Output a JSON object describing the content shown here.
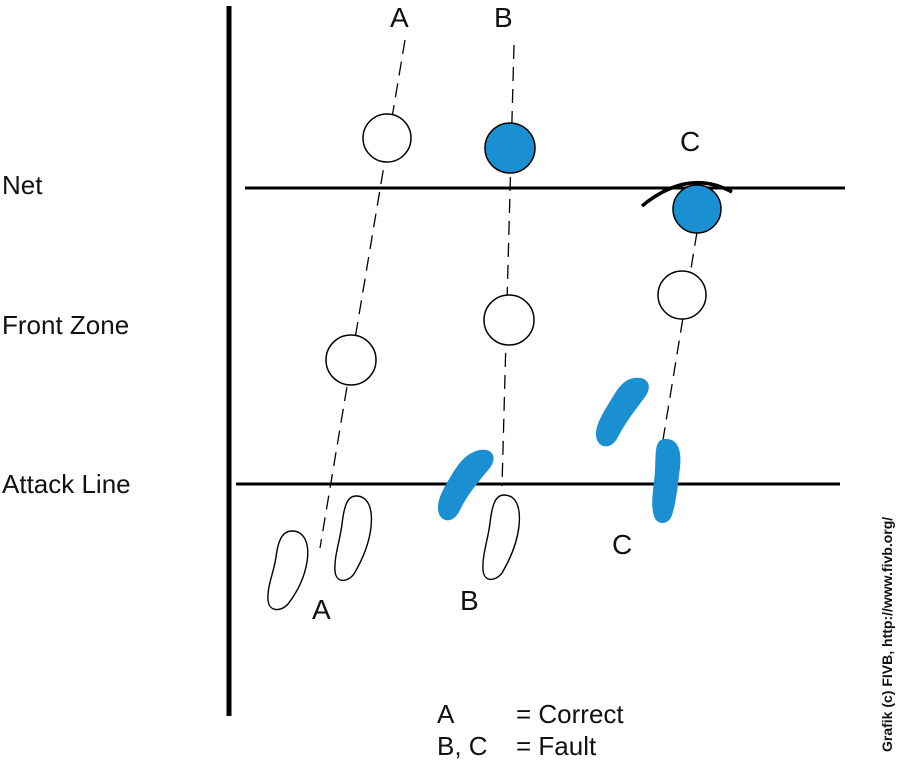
{
  "labels": {
    "net": "Net",
    "front_zone": "Front Zone",
    "attack_line": "Attack Line"
  },
  "players": {
    "a_top": "A",
    "b_top": "B",
    "c_top": "C",
    "a_bottom": "A",
    "b_bottom": "B",
    "c_bottom": "C"
  },
  "legend": {
    "a_key": "A",
    "a_eq": "= Correct",
    "bc_key": "B, C",
    "bc_eq": "= Fault"
  },
  "credit": "Grafik (c) FIVB, http://www.fivb.org/",
  "colors": {
    "fault_blue": "#1a8fd1",
    "line": "#000000",
    "text": "#111111"
  }
}
